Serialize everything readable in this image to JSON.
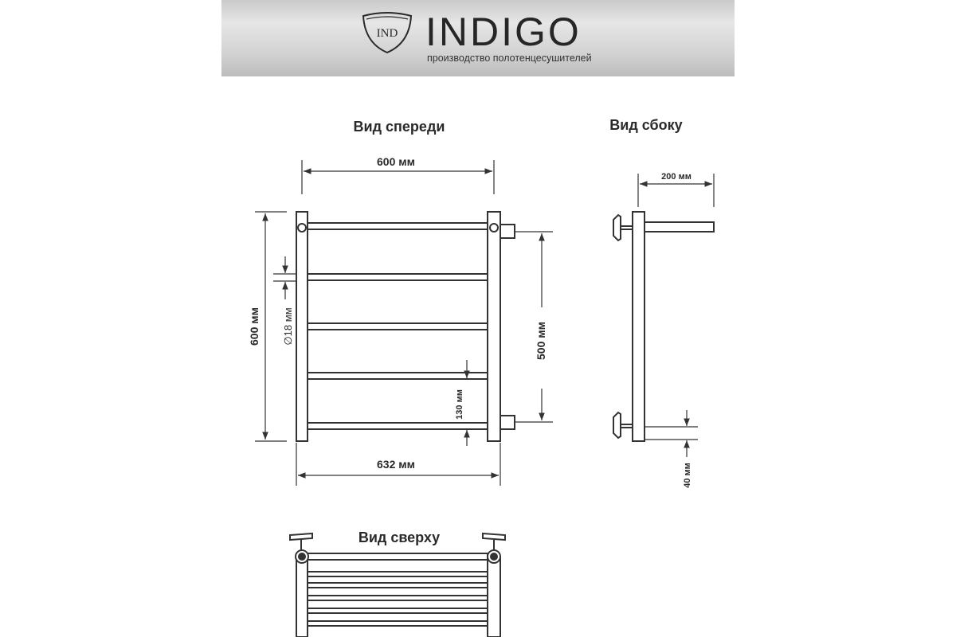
{
  "header": {
    "logo_text": "IND",
    "brand": "INDIGO",
    "tagline": "производство полотенцесушителей"
  },
  "views": {
    "front": {
      "title": "Вид спереди",
      "dim_top_width": "600 мм",
      "dim_height": "600 мм",
      "dim_diameter": "∅18 мм",
      "dim_connection_spacing": "500 мм",
      "dim_rail_spacing": "130 мм",
      "dim_total_width": "632 мм"
    },
    "side": {
      "title": "Вид сбоку",
      "dim_depth": "200 мм",
      "dim_offset": "40 мм"
    },
    "top": {
      "title": "Вид сверху"
    }
  },
  "colors": {
    "line": "#333333",
    "text": "#2a2a2a"
  }
}
